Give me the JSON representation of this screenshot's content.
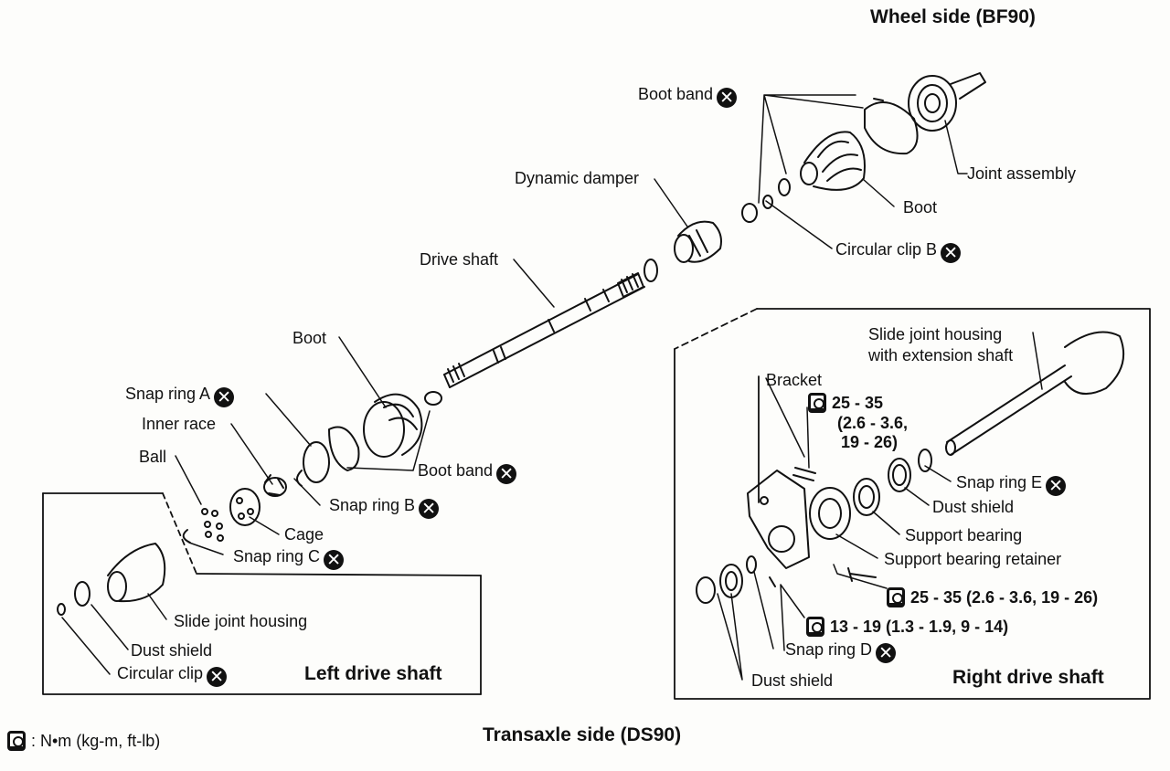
{
  "headings": {
    "wheel_side": "Wheel side (BF90)",
    "transaxle_side": "Transaxle side (DS90)",
    "left_drive_shaft": "Left drive shaft",
    "right_drive_shaft": "Right drive shaft"
  },
  "legend": {
    "text": ": N•m (kg-m, ft-lb)",
    "icon": "torque-wrench-icon"
  },
  "labels": {
    "boot_band_top": "Boot band",
    "joint_assembly": "Joint assembly",
    "boot_top": "Boot",
    "dynamic_damper": "Dynamic damper",
    "circular_clip_b": "Circular clip B",
    "drive_shaft": "Drive shaft",
    "boot_left": "Boot",
    "snap_ring_a": "Snap ring A",
    "inner_race": "Inner race",
    "ball": "Ball",
    "boot_band_left": "Boot band",
    "snap_ring_b": "Snap ring B",
    "cage": "Cage",
    "snap_ring_c": "Snap ring C",
    "slide_joint_housing": "Slide joint housing",
    "dust_shield_left": "Dust shield",
    "circular_clip": "Circular clip",
    "slide_joint_housing_ext_1": "Slide joint housing",
    "slide_joint_housing_ext_2": "with extension shaft",
    "bracket": "Bracket",
    "torque_bracket_1": "25 - 35",
    "torque_bracket_2": "(2.6 - 3.6,",
    "torque_bracket_3": "19 - 26)",
    "snap_ring_e": "Snap ring E",
    "dust_shield_right_top": "Dust shield",
    "support_bearing": "Support bearing",
    "support_bearing_retainer": "Support bearing retainer",
    "torque_retainer": "25 - 35 (2.6 - 3.6, 19 - 26)",
    "torque_bolt": "13 - 19 (1.3 - 1.9, 9 - 14)",
    "snap_ring_d": "Snap ring D",
    "dust_shield_right_bottom": "Dust shield"
  },
  "symbols": {
    "replace_mark": "✕"
  }
}
